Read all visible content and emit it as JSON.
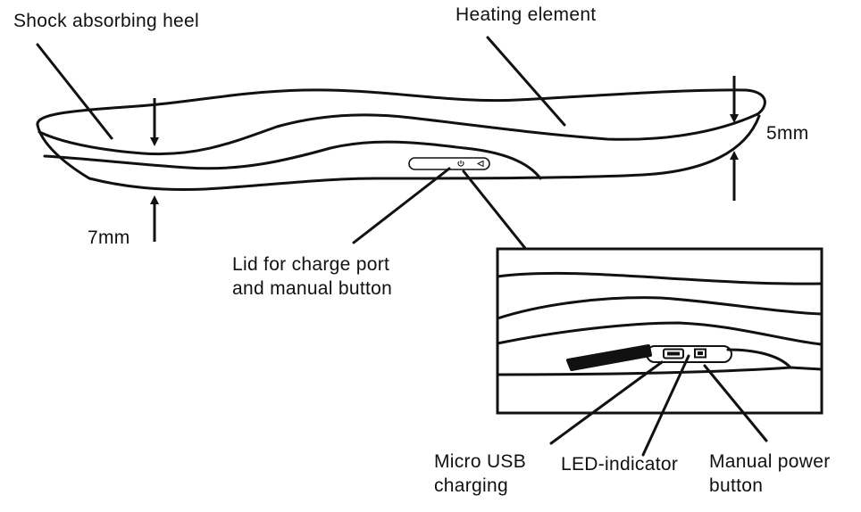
{
  "labels": {
    "shock_heel": "Shock absorbing heel",
    "heating_element": "Heating element",
    "thickness_toe": "5mm",
    "thickness_heel": "7mm",
    "lid_line1": "Lid for charge port",
    "lid_line2": "and manual button",
    "usb_line1": "Micro USB",
    "usb_line2": "charging",
    "led": "LED-indicator",
    "power_line1": "Manual power",
    "power_line2": "button"
  },
  "icons": {
    "power": "power-symbol",
    "led": "led-triangle"
  },
  "colors": {
    "ink": "#111111",
    "background": "#ffffff"
  }
}
